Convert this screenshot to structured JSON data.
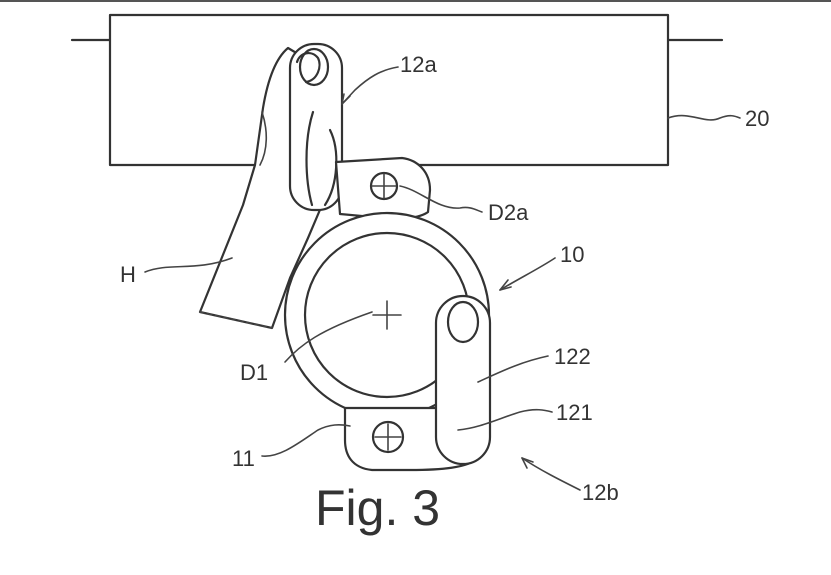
{
  "figure": {
    "caption": "Fig. 3",
    "labels": {
      "rail": "20",
      "upper_hook": "12a",
      "upper_pivot": "D2a",
      "device": "10",
      "hand": "H",
      "main_axis": "D1",
      "lower_lever": "122",
      "lower_link": "121",
      "lower_body": "11",
      "lower_hook": "12b"
    }
  }
}
